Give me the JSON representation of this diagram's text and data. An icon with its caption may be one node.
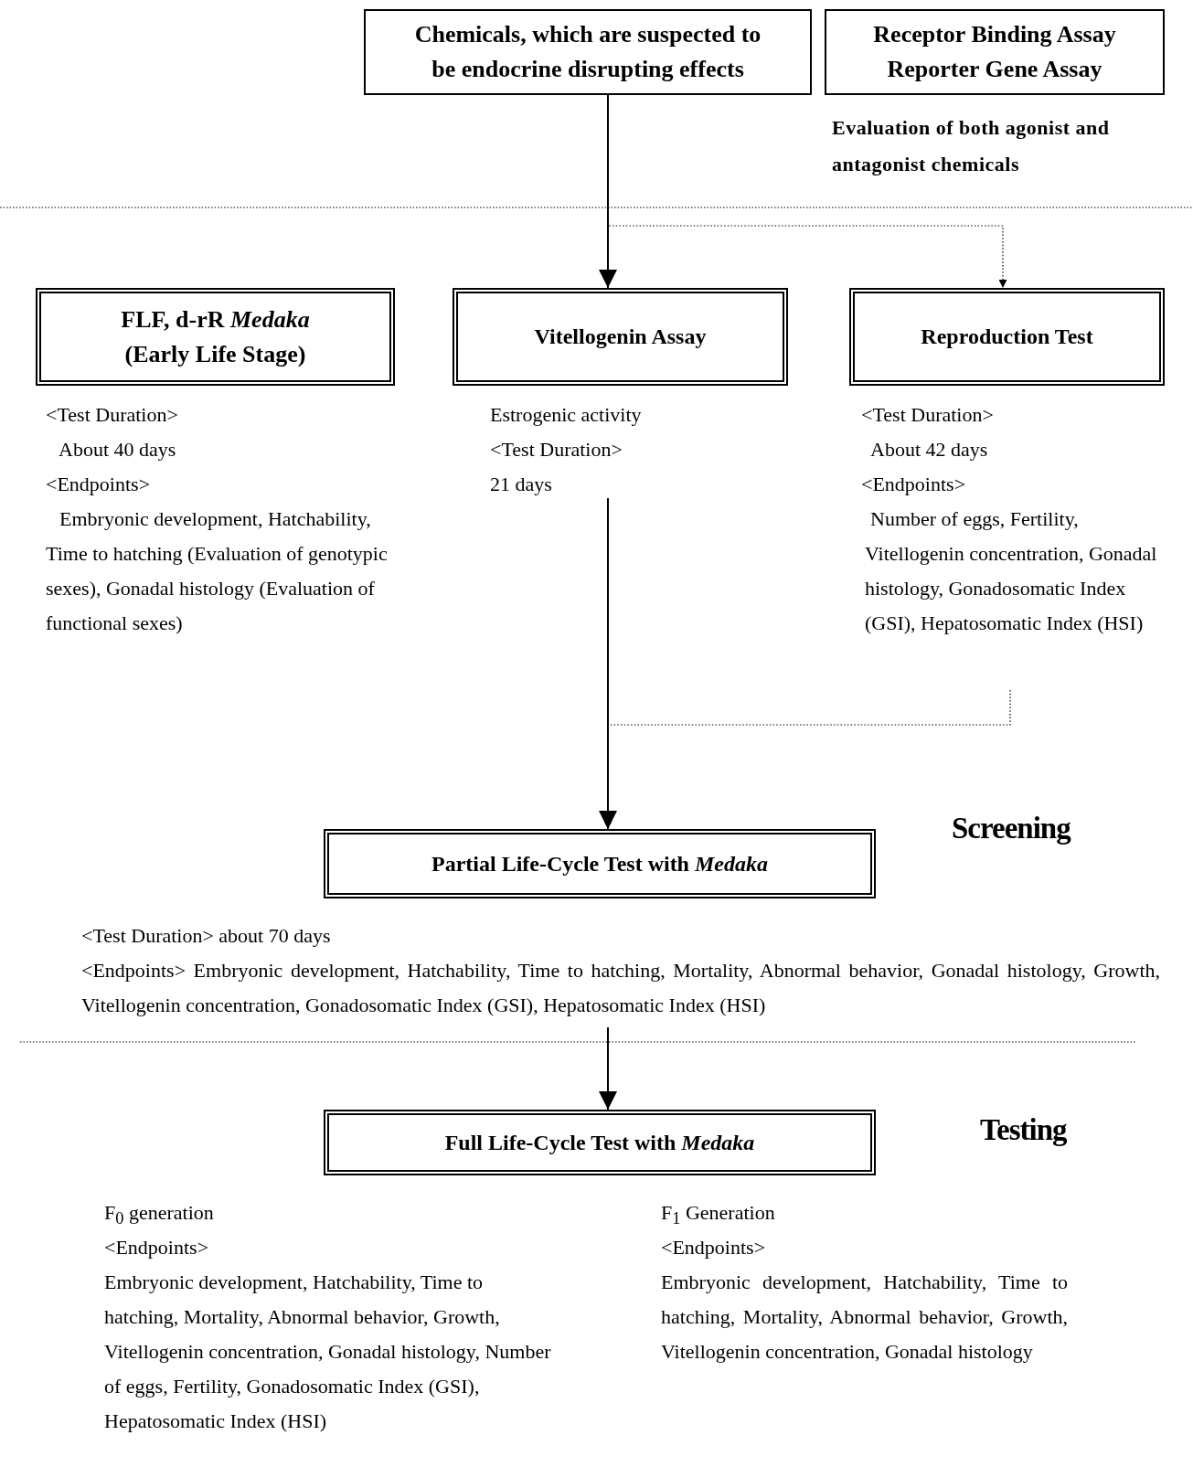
{
  "diagram": {
    "nodes": [
      {
        "text": [
          "Chemicals, which are suspected to be endocrine disrupting effects"
        ]
      },
      {
        "text": [
          "Receptor Binding Assay",
          "Reporter Gene Assay"
        ],
        "beside": [
          "Evaluation of both agonist and antagonist chemicals"
        ]
      },
      {
        "text": [
          "FLF, d-rR *Medaka* (Early Life Stage)"
        ],
        "beside": [
          "<Test Duration>",
          "About 40 days",
          "<Endpoints>",
          "Embryonic development, Hatchability, Time to hatching (Evaluation of genotypic sexes), Gonadal histology (Evaluation of functional sexes)"
        ]
      },
      {
        "text": [
          "Vitellogenin Assay"
        ],
        "beside": [
          "Estrogenic activity",
          "<Test Duration>",
          "21 days"
        ]
      },
      {
        "text": [
          "Reproduction Test"
        ],
        "beside": [
          "<Test Duration>",
          "About 42 days",
          "<Endpoints>",
          "Number of eggs, Fertility, Vitellogenin concentration, Gonadal histology, Gonadosomatic Index (GSI), Hepatosomatic Index (HSI)"
        ]
      },
      {
        "text": [
          "Partial Life-Cycle Test with *Medaka*"
        ],
        "beside": [
          "<Test Duration> about 70 days",
          "<Endpoints> Embryonic development, Hatchability, Time to hatching, Mortality, Abnormal behavior, Gonadal histology, Growth, Vitellogenin concentration, Gonadosomatic Index (GSI), Hepatosomatic Index (HSI)"
        ]
      },
      {
        "text": [
          "Full Life-Cycle Test with *Medaka*"
        ],
        "beside": [
          "F$_{0}$ generation",
          "<Endpoints>",
          "Embryonic development, Hatchability, Time to hatching, Mortality, Abnormal behavior, Growth, Vitellogenin concentration, Gonadal histology, Number of eggs, Fertility, Gonadosomatic Index (GSI), Hepatosomatic Index (HSI)",
          "F$_{1}$ Generation",
          "<Endpoints>",
          "Embryonic development, Hatchability, Time to hatching, Mortality, Abnormal behavior, Growth, Vitellogenin concentration, Gonadal histology"
        ]
      }
    ],
    "edges": [
      {
        "from": 0,
        "to": 3,
        "arrow": "to"
      },
      {
        "from": 0,
        "to": 4,
        "arrow": "to",
        "style": "dashed"
      },
      {
        "from": 3,
        "to": 5,
        "arrow": "to"
      },
      {
        "from": 4,
        "to": 5,
        "arrow": "to",
        "style": "dashed"
      },
      {
        "from": 5,
        "to": 6,
        "arrow": "to"
      }
    ],
    "labels": [
      "Screening",
      "Testing"
    ]
  }
}
